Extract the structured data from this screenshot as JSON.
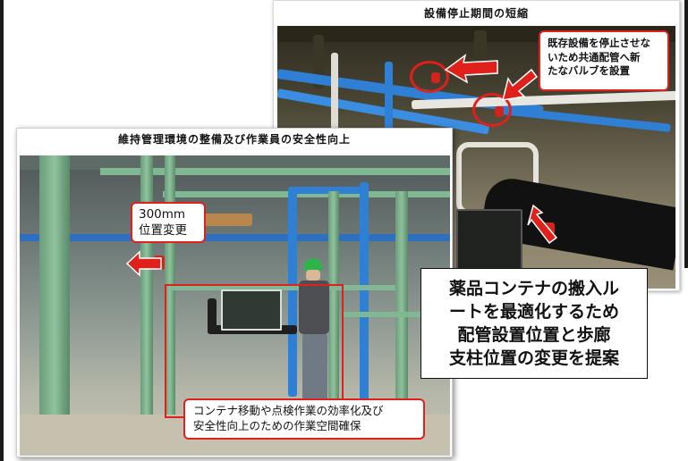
{
  "photo_top": {
    "title": "設備停止期間の短縮",
    "callout": {
      "lines": [
        "既存設備を停止させな",
        "いため共通配管へ新",
        "たなバルブを設置"
      ]
    }
  },
  "photo_bottom": {
    "title": "維持管理環境の整備及び作業員の安全性向上",
    "distance_callout": {
      "lines": [
        "300mm",
        "位置変更"
      ]
    },
    "bottom_callout": {
      "lines": [
        "コンテナ移動や点検作業の効率化及び",
        "安全性向上のための作業空間確保"
      ]
    }
  },
  "main_callout": {
    "lines": [
      "薬品コンテナの搬入ル",
      "ートを最適化するため",
      "配管設置位置と歩廊",
      "支柱位置の変更を提案"
    ]
  },
  "colors": {
    "accent_red": "#e0201b",
    "pipe_blue": "#2f7fd4",
    "frame_green": "#7fb892"
  }
}
